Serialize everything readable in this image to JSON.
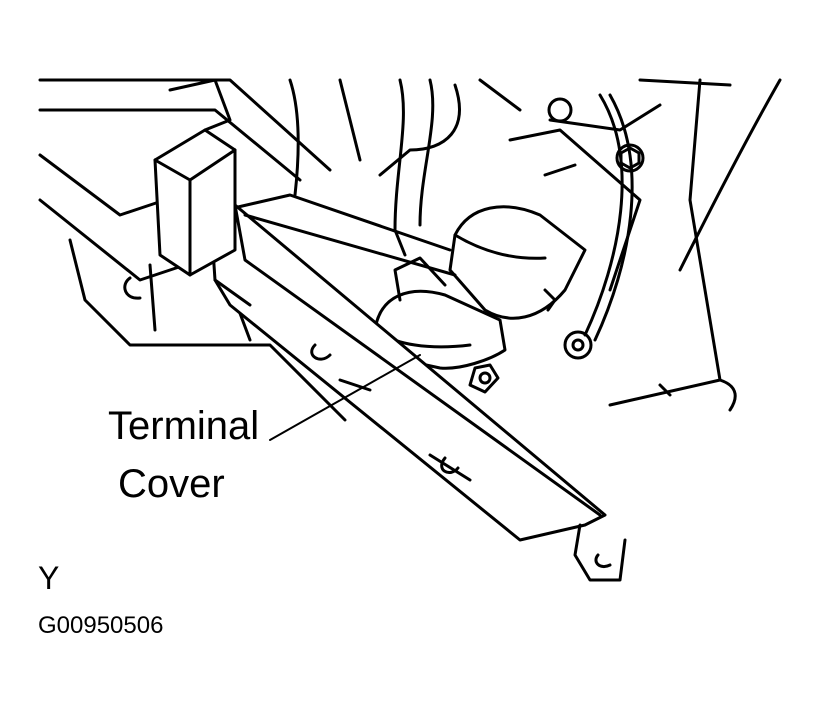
{
  "callout": {
    "line1": "Terminal",
    "line2": "Cover"
  },
  "view_letter": "Y",
  "figure_id": "G00950506"
}
